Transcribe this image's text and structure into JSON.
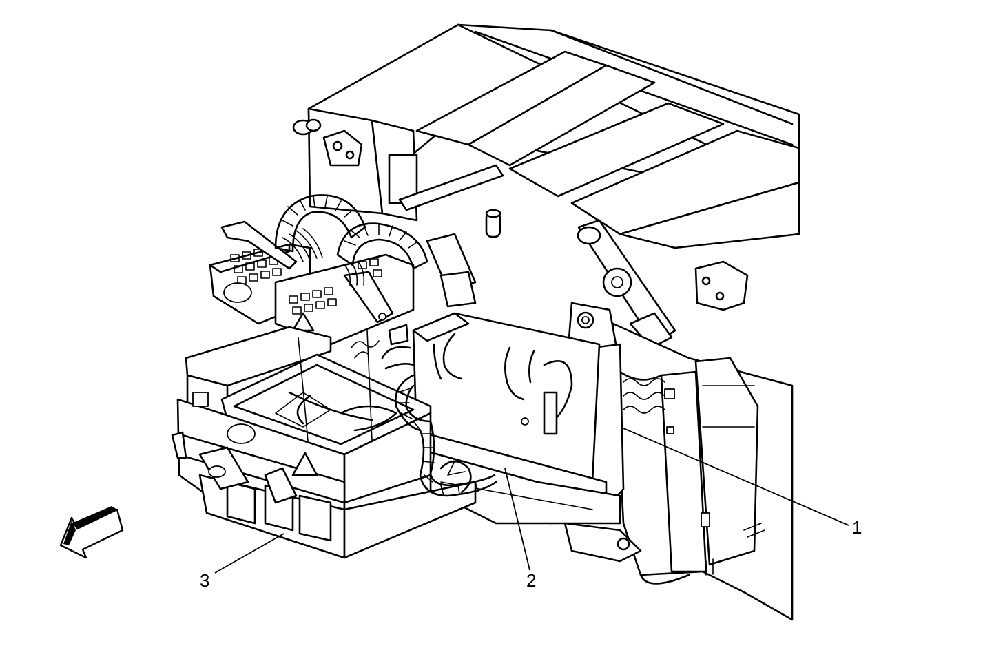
{
  "diagram": {
    "callouts": [
      {
        "id": "callout-1",
        "label": "1"
      },
      {
        "id": "callout-2",
        "label": "2"
      },
      {
        "id": "callout-3",
        "label": "3"
      }
    ],
    "icons": {
      "direction_arrow": "forward-direction-arrow-icon",
      "warning_triangles": "warning-triangle-icon"
    }
  }
}
